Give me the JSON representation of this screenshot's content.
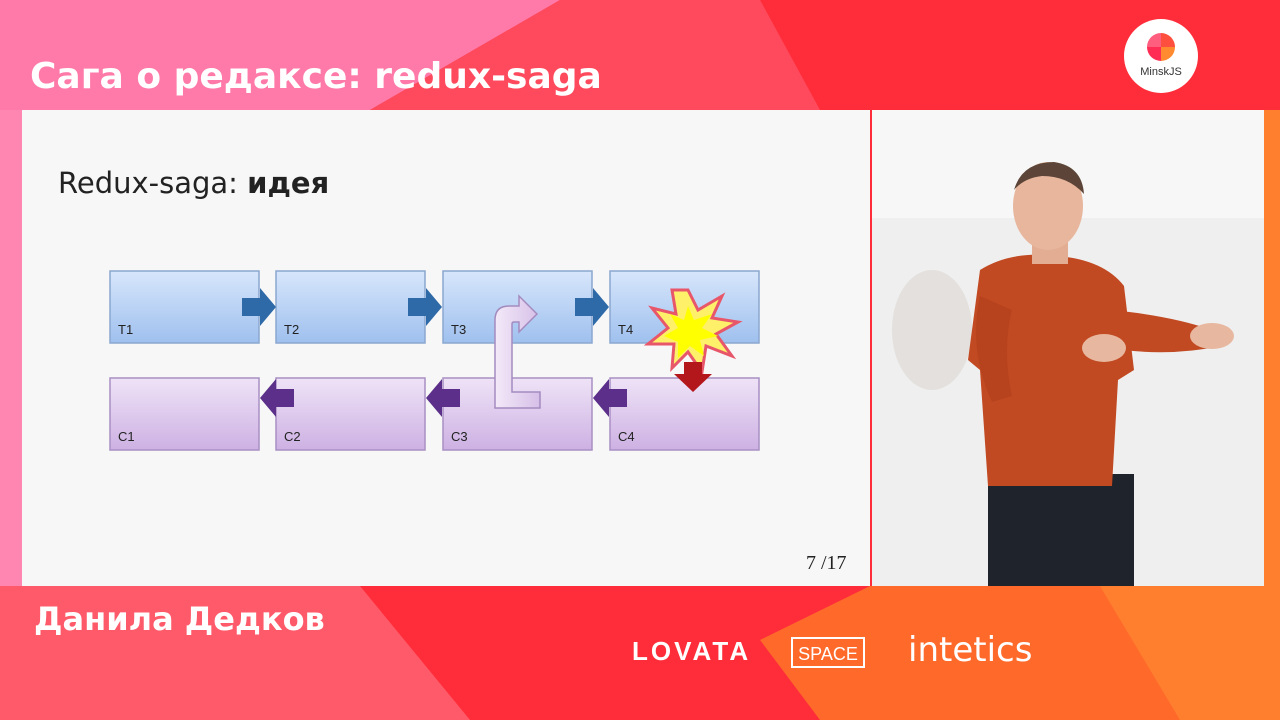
{
  "header": {
    "talk_title": "Сага о редаксе: redux-saga"
  },
  "logo": {
    "text": "MinskJS",
    "icon": "minskjs-logo-icon"
  },
  "slide": {
    "heading_prefix": "Redux-saga: ",
    "heading_bold": "идея",
    "diagram": {
      "top_row": [
        "T1",
        "T2",
        "T3",
        "T4"
      ],
      "bottom_row": [
        "C1",
        "C2",
        "C3",
        "C4"
      ]
    },
    "page_number": "7 /17"
  },
  "footer": {
    "speaker_name": "Данила Дедков",
    "sponsors": [
      "LOVATA",
      "SPACE",
      "intetics"
    ]
  },
  "colors": {
    "background_red": "#ff2d3a",
    "background_pink": "#ff7aa8",
    "background_orange": "#ff6a2a",
    "top_box_blue": "#b9d3f5",
    "bottom_box_purple": "#d9c3ea",
    "arrow_blue": "#2e6aa8",
    "arrow_purple": "#5b2f8a",
    "arrow_red": "#b3161b"
  }
}
